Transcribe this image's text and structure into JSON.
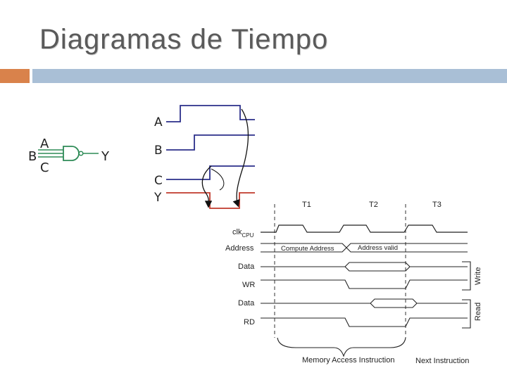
{
  "slide": {
    "title": "Diagramas de Tiempo"
  },
  "gate": {
    "inputs": [
      "A",
      "B",
      "C"
    ],
    "output": "Y"
  },
  "waveform": {
    "signals": [
      "A",
      "B",
      "C",
      "Y"
    ]
  },
  "bus_timing": {
    "phases": [
      "T1",
      "T2",
      "T3"
    ],
    "clock": {
      "label": "clk",
      "subscript": "CPU"
    },
    "signals": [
      "Address",
      "Data",
      "WR",
      "Data",
      "RD"
    ],
    "address_values": [
      "Compute Address",
      "Address valid"
    ],
    "groups": [
      "Write",
      "Read"
    ],
    "footer": [
      "Memory Access Instruction",
      "Next Instruction"
    ]
  },
  "colors": {
    "accent_orange": "#d9824b",
    "accent_blue": "#a9bfd6",
    "wave_blue": "#2b2f8a",
    "wave_red": "#c0392b",
    "gate_green": "#2e8b57"
  }
}
